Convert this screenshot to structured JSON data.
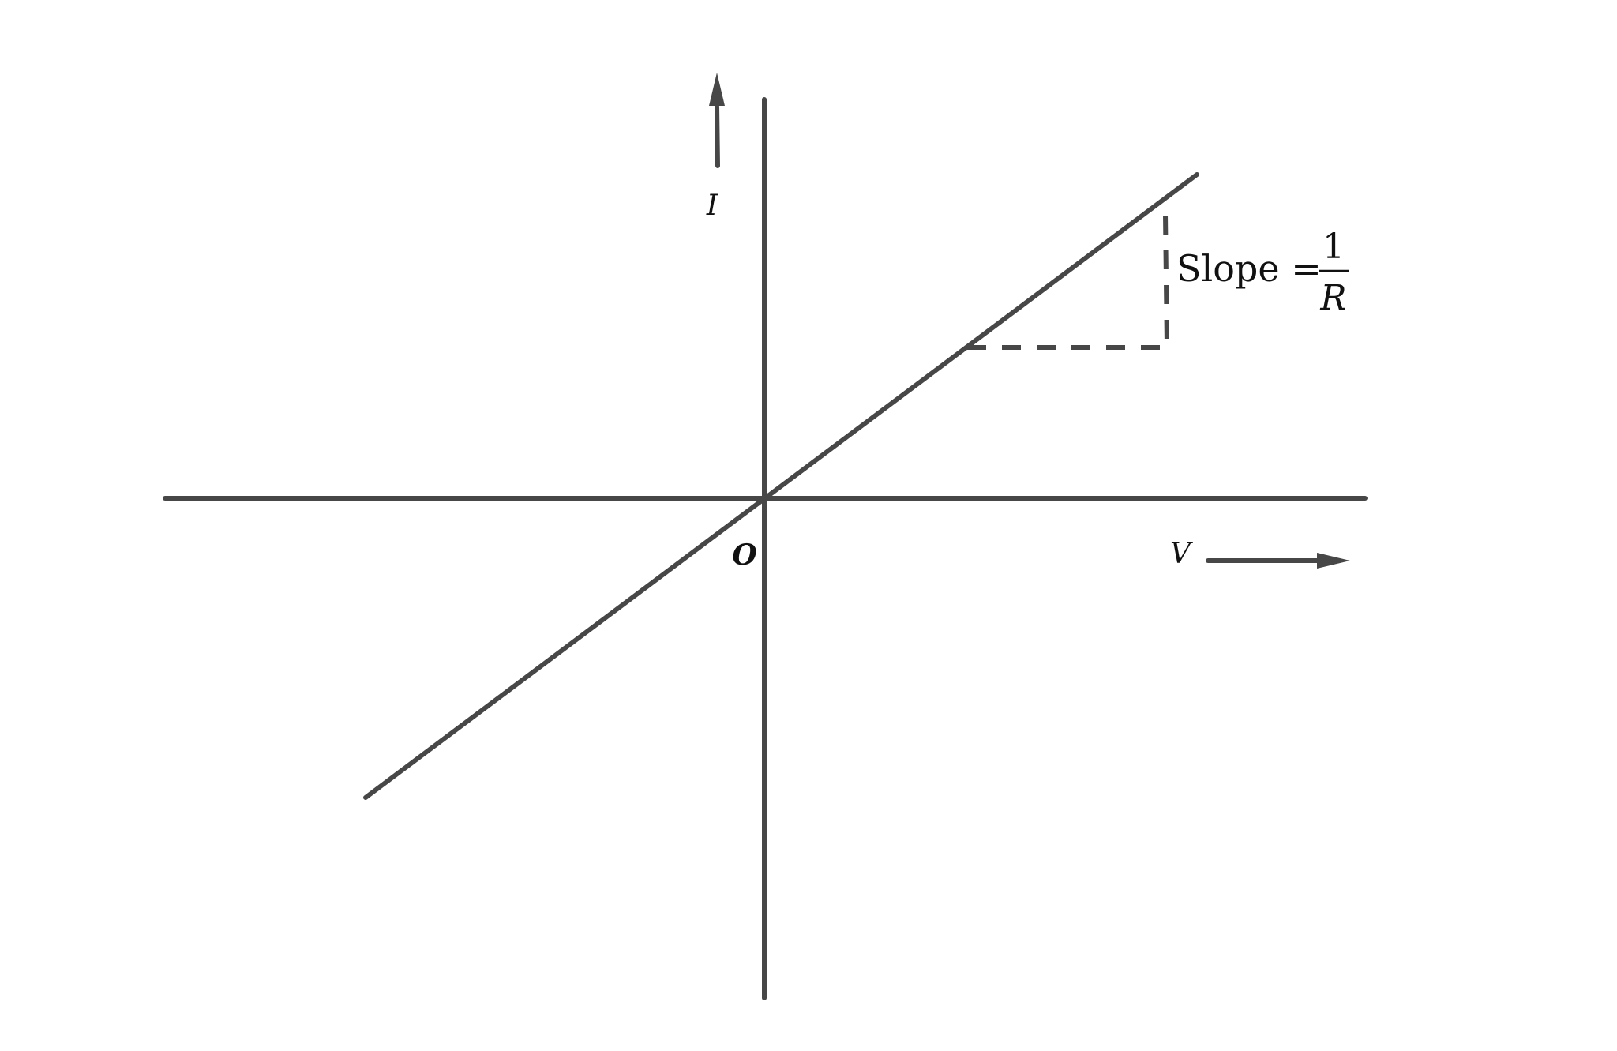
{
  "diagram": {
    "y_axis_label": "I",
    "x_axis_label": "V",
    "origin_label": "O",
    "slope_label": "Slope =",
    "slope_numerator": "1",
    "slope_denominator": "R",
    "line_color": "#474747"
  }
}
